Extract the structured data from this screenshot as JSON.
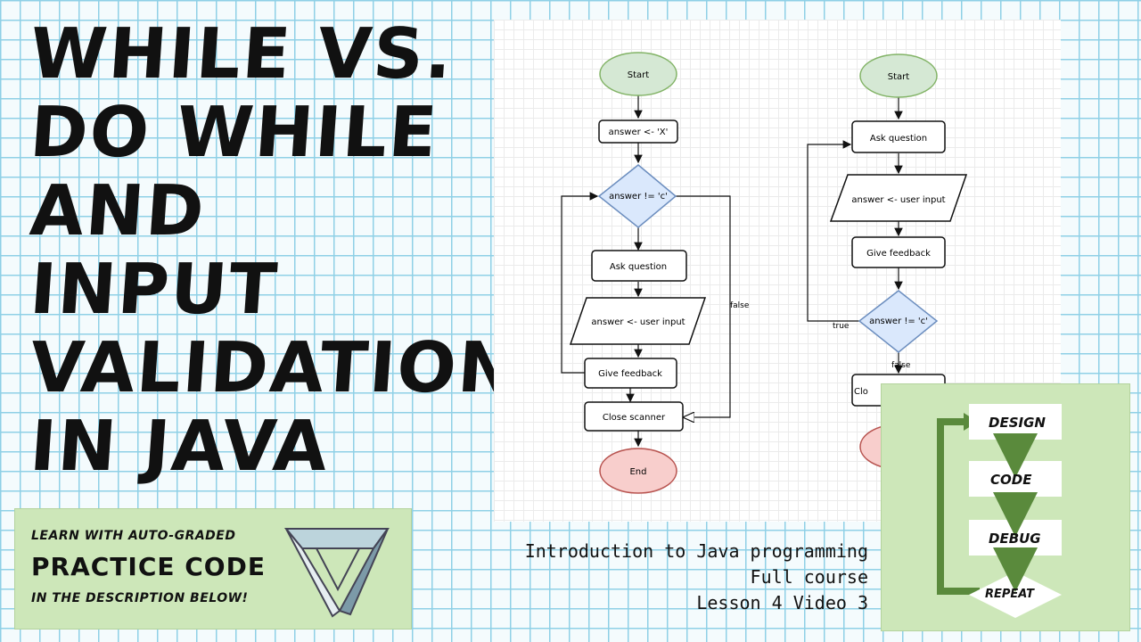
{
  "title": {
    "lines": [
      "While vs.",
      "Do While",
      "and",
      "Input",
      "Validation",
      "in Java"
    ]
  },
  "promo": {
    "line1": "Learn with auto-graded",
    "line2": "Practice Code",
    "line3": "in the description below!"
  },
  "course": {
    "line1": "Introduction to Java programming",
    "line2": "Full course",
    "line3": "Lesson 4 Video 3"
  },
  "flowchart_while": {
    "start": "Start",
    "init": "answer <- 'X'",
    "condition": "answer != 'c'",
    "ask": "Ask question",
    "input": "answer <- user input",
    "feedback": "Give feedback",
    "close": "Close scanner",
    "end": "End",
    "false_label": "false"
  },
  "flowchart_do_while": {
    "start": "Start",
    "ask": "Ask question",
    "input": "answer <- user input",
    "feedback": "Give feedback",
    "condition": "answer != 'c'",
    "true_label": "true",
    "false_label": "false",
    "close_partial": "Clo"
  },
  "sdlc": {
    "steps": [
      "Design",
      "Code",
      "Debug",
      "Repeat"
    ]
  },
  "colors": {
    "grid_line": "#8fd0e6",
    "start_fill": "#d5e8d4",
    "start_stroke": "#82b366",
    "end_fill": "#f8cecc",
    "end_stroke": "#b85450",
    "decision_fill": "#dae8fc",
    "decision_stroke": "#6c8ebf",
    "badge_green": "#cde7b9",
    "arrow_green": "#5a8a3c"
  }
}
